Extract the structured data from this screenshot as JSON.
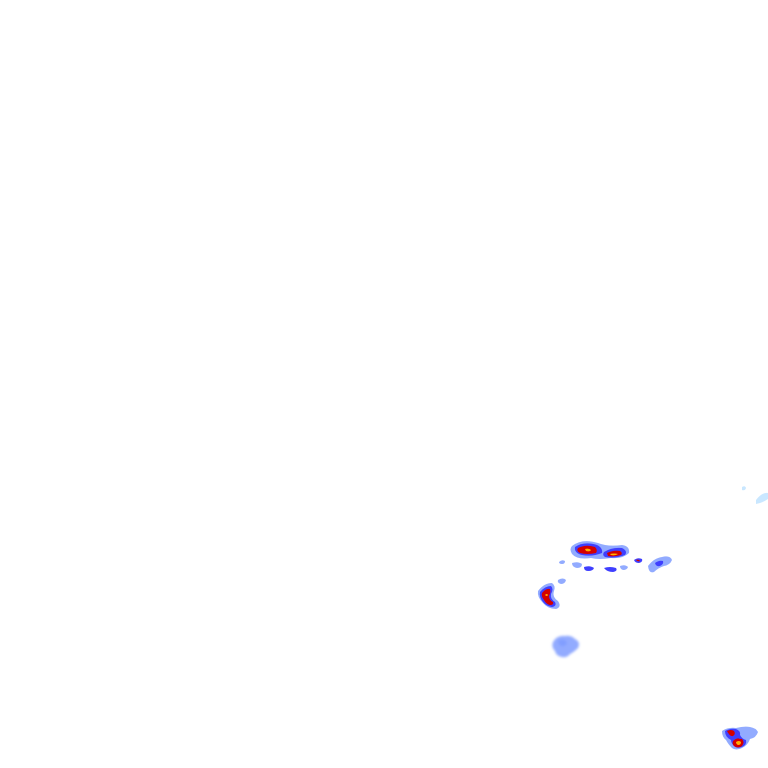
{
  "map": {
    "kind": "precipitation-radar-overlay",
    "background_color": "#ffffff",
    "intensity_palette": {
      "very_light": "#bfe3ff",
      "light": "#7f9cff",
      "moderate": "#3f3fff",
      "heavy": "#d40000",
      "very_heavy": "#ffb000"
    },
    "echo_cells": [
      {
        "name": "cell-north-east-edge",
        "peak_intensity": "very_light"
      },
      {
        "name": "cell-central-cluster",
        "peak_intensity": "very_heavy"
      },
      {
        "name": "cell-small-eastern",
        "peak_intensity": "light"
      },
      {
        "name": "cell-west-curved",
        "peak_intensity": "very_heavy"
      },
      {
        "name": "cell-south-blob",
        "peak_intensity": "light"
      },
      {
        "name": "cell-south-east-corner",
        "peak_intensity": "very_heavy"
      }
    ]
  }
}
